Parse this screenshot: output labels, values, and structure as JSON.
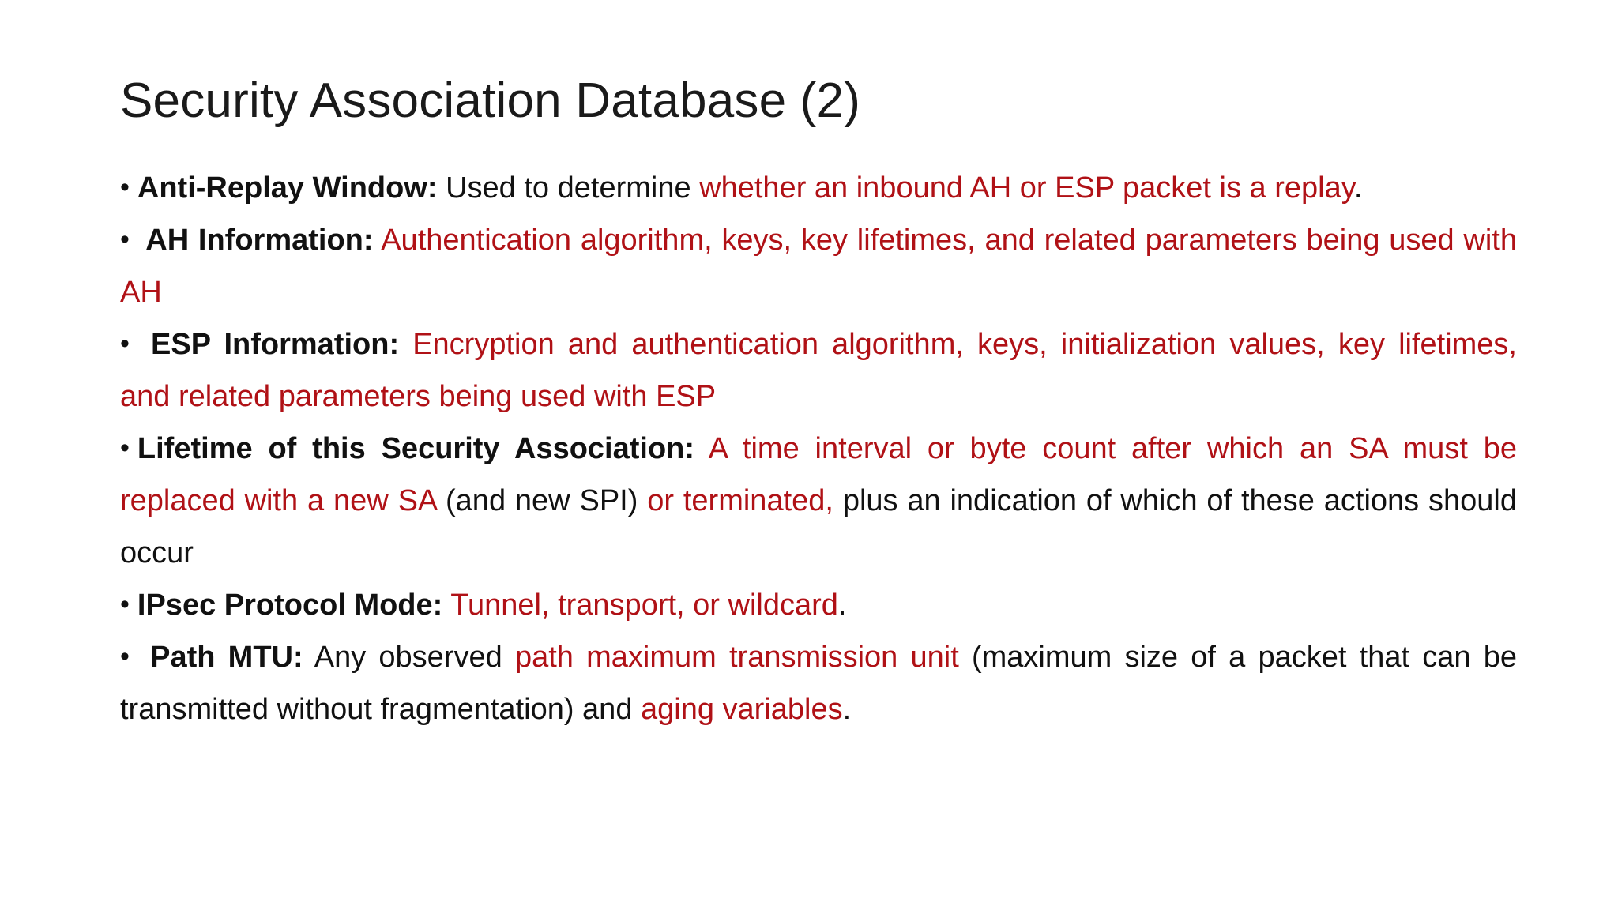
{
  "slide": {
    "title": "Security Association Database (2)",
    "colors": {
      "text": "#111111",
      "highlight_red": "#b01116",
      "background": "#ffffff"
    },
    "bullet_glyph": "•",
    "bullets": [
      {
        "name": "anti-replay-window",
        "term": "Anti-Replay Window:",
        "segments": [
          {
            "text": " Used to determine ",
            "style": "black"
          },
          {
            "text": "whether an inbound AH or ESP packet is a replay",
            "style": "red"
          },
          {
            "text": ".",
            "style": "black"
          }
        ]
      },
      {
        "name": "ah-information",
        "term": " AH  Information:",
        "segments": [
          {
            "text": " Authentication algorithm, keys, key lifetimes, and related parameters being used with AH",
            "style": "red"
          }
        ]
      },
      {
        "name": "esp-information",
        "term": " ESP  Information:",
        "segments": [
          {
            "text": " Encryption and authentication algorithm, keys, initialization values, key lifetimes, and related parameters being used with ESP",
            "style": "red"
          }
        ]
      },
      {
        "name": "lifetime-of-this-security-association",
        "term": "Lifetime of this Security Association:",
        "segments": [
          {
            "text": " A time interval or byte count after which an SA must be replaced with a new SA",
            "style": "red"
          },
          {
            "text": " (and new SPI) ",
            "style": "black"
          },
          {
            "text": "or terminated,",
            "style": "red"
          },
          {
            "text": " plus an indication of which of these actions should occur",
            "style": "black"
          }
        ]
      },
      {
        "name": "ipsec-protocol-mode",
        "term": "IPsec Protocol Mode:",
        "segments": [
          {
            "text": " ",
            "style": "black"
          },
          {
            "text": "Tunnel, transport, or wildcard",
            "style": "red"
          },
          {
            "text": ".",
            "style": "black"
          }
        ]
      },
      {
        "name": "path-mtu",
        "term": " Path  MTU:",
        "segments": [
          {
            "text": " Any observed ",
            "style": "black"
          },
          {
            "text": "path maximum transmission unit",
            "style": "red"
          },
          {
            "text": " (maximum size of a packet that can be transmitted without fragmentation) and ",
            "style": "black"
          },
          {
            "text": "aging variables",
            "style": "red"
          },
          {
            "text": ".",
            "style": "black"
          }
        ]
      }
    ]
  }
}
